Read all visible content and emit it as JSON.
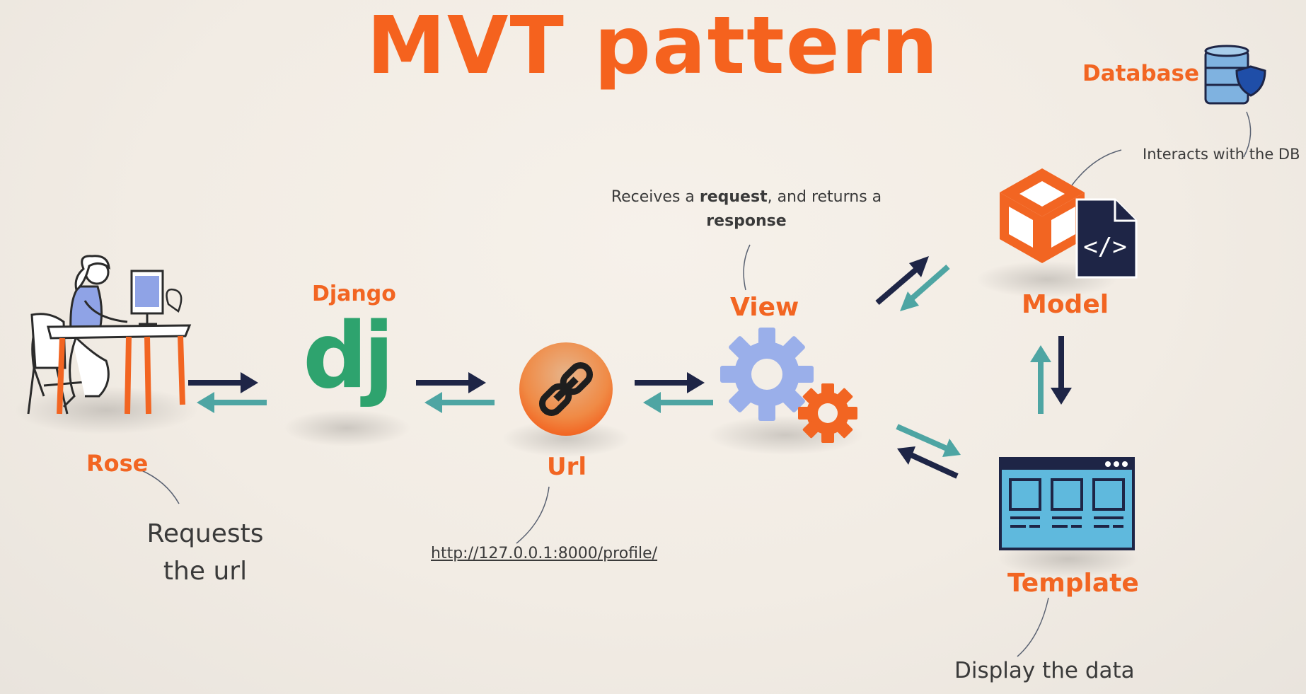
{
  "title": "MVT pattern",
  "nodes": {
    "rose": {
      "label": "Rose",
      "note_line1": "Requests",
      "note_line2": "the url"
    },
    "django": {
      "label": "Django",
      "logo_text": "dj"
    },
    "url": {
      "label": "Url",
      "note": "http://127.0.0.1:8000/profile/"
    },
    "view": {
      "label": "View",
      "note_part1": "Receives a ",
      "note_bold1": "request",
      "note_part2": ", and returns a",
      "note_bold2": "response"
    },
    "model": {
      "label": "Model"
    },
    "database": {
      "label": "Database",
      "note": "Interacts with the DB"
    },
    "template": {
      "label": "Template",
      "note": "Display the data"
    }
  },
  "colors": {
    "accent": "#f26522",
    "arrow_dark": "#1e2546",
    "arrow_teal": "#4ea5a3",
    "django_green": "#2ea36e",
    "gear_blue": "#9aafea",
    "db_blue": "#7fb2e0",
    "template_blue": "#5fb9dd"
  },
  "icons": [
    "person-at-desk-icon",
    "django-logo-icon",
    "link-icon",
    "gears-icon",
    "cube-code-icon",
    "database-icon",
    "template-window-icon"
  ]
}
